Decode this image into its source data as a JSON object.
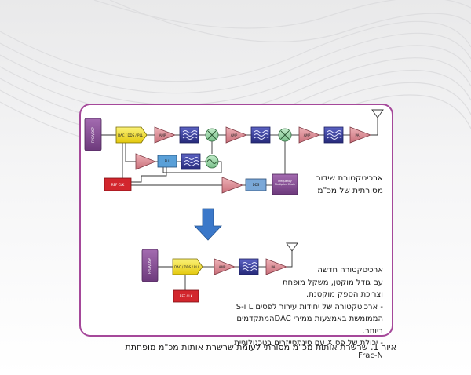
{
  "diagram": {
    "blocks": {
      "fpga": "FPGA/DSP",
      "dac": "DAC / DDS / PLL",
      "amp": "AMP",
      "pa": "PA",
      "pll": "PLL",
      "ref_clk": "REF CLK",
      "dds": "DDS",
      "multiplier": "Frequency Multiplier Chain"
    },
    "legacy_description": [
      "ארכיטקטורת שידור",
      "מסורתית של מכ\"מ"
    ],
    "new_description": [
      "ארכיטקטורה חדשה",
      "עם גודל מוקטן, משקל מופחת",
      "וצריכת הספק מוקטנת.",
      "- ארכיטקטורה של יחידות עירור לפסים L ו-S",
      "הממומשת באמצעות ממירי DACהמתקדמים ביותר.",
      "- יכולת של פס X עם סינתסייזרים בטכנולוגיית Frac-N"
    ],
    "caption": "איור 1. שרשרת אותות מכ\"מ מסורתי לעומת שרשרת אותות מכ\"מ מופחתת"
  },
  "colors": {
    "frame": "#a5489a",
    "fpga": "#8a4c96",
    "dac": "#f4e21a",
    "amp": "#d8858f",
    "filter": "#3b3f9c",
    "mixer": "#8fcf9e",
    "pll": "#5aa0d8",
    "ref_clk": "#d2262d",
    "dds": "#7aa8d8",
    "arrow": "#3b78c9"
  }
}
